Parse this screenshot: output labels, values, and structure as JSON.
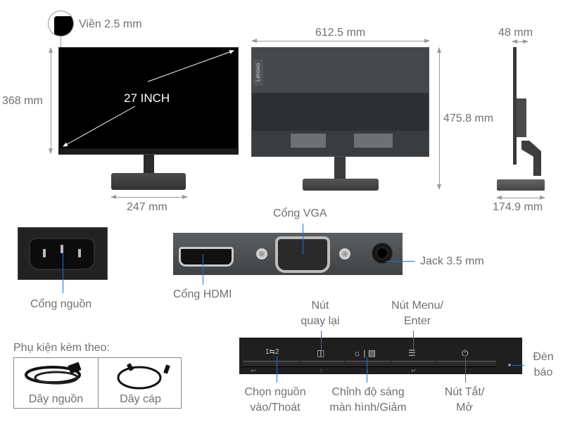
{
  "front_view": {
    "bezel_label": "Viền 2.5 mm",
    "diagonal_label": "27 INCH",
    "height_label": "368 mm",
    "base_width_label": "247 mm"
  },
  "back_view": {
    "width_label": "612.5 mm",
    "height_label": "475.8 mm",
    "brand_text": "Lenovo"
  },
  "side_view": {
    "depth_label": "48 mm",
    "base_depth_label": "174.9 mm"
  },
  "ports": {
    "power": "Cổng nguồn",
    "vga": "Cổng VGA",
    "hdmi": "Cổng HDMI",
    "jack": "Jack 3.5 mm"
  },
  "buttons": {
    "back_line1": "Nút",
    "back_line2": "quay lại",
    "menu_line1": "Nút Menu/",
    "menu_line2": "Enter",
    "source_line1": "Chọn nguồn",
    "source_line2": "vào/Thoát",
    "brightness_line1": "Chỉnh độ sáng",
    "brightness_line2": "màn hình/Giảm",
    "power_line1": "Nút Tắt/",
    "power_line2": "Mở",
    "led_line1": "Đèn",
    "led_line2": "báo",
    "icons": {
      "source": "1⇆2",
      "back": "◫",
      "brightness": "☼ | ▧",
      "menu": "☰",
      "power": "⏻",
      "sub_source": "↩",
      "sub_up": "↑",
      "sub_down": "↓",
      "sub_enter": "↵"
    }
  },
  "accessories": {
    "title": "Phụ kiện kèm theo:",
    "items": [
      {
        "label": "Dây nguồn"
      },
      {
        "label": "Dây cáp"
      }
    ]
  },
  "colors": {
    "callout": "#1f6fcf",
    "dimension": "#9a9a9a",
    "label_text": "#707070"
  }
}
